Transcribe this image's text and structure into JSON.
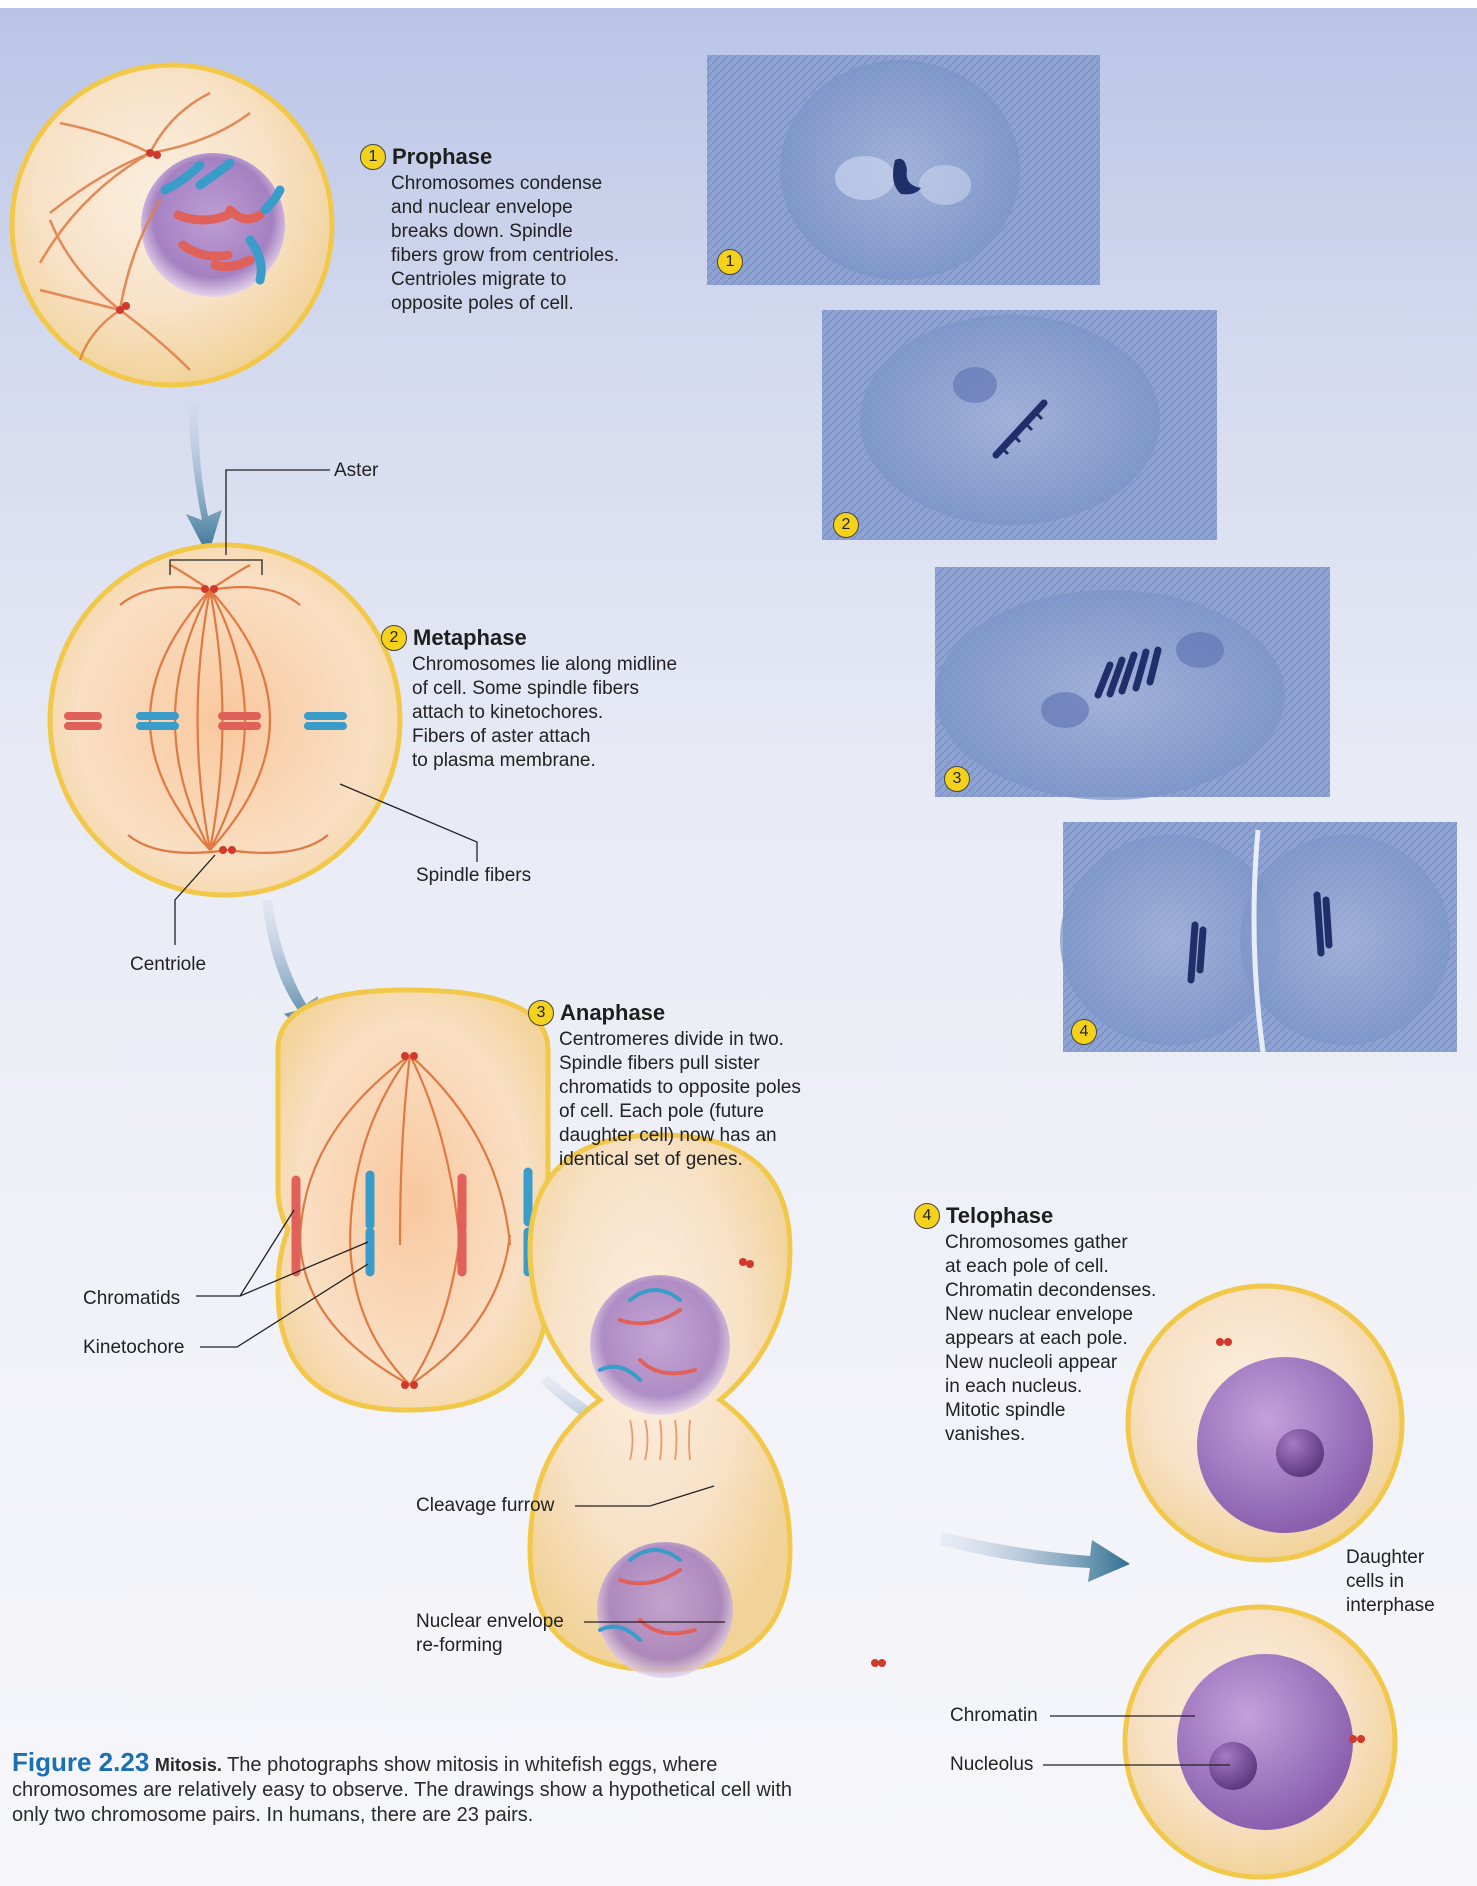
{
  "stages": [
    {
      "num": "1",
      "title": "Prophase",
      "desc": "Chromosomes condense\nand nuclear envelope\nbreaks down. Spindle\nfibers grow from centrioles.\nCentrioles migrate to\nopposite poles of cell."
    },
    {
      "num": "2",
      "title": "Metaphase",
      "desc": "Chromosomes lie along midline\nof cell. Some spindle fibers\nattach to kinetochores.\nFibers of aster attach\nto plasma membrane."
    },
    {
      "num": "3",
      "title": "Anaphase",
      "desc": "Centromeres divide in two.\nSpindle fibers pull sister\nchromatids to opposite poles\nof cell. Each pole (future\ndaughter cell) now has an\nidentical set of genes."
    },
    {
      "num": "4",
      "title": "Telophase",
      "desc": "Chromosomes gather\nat each pole of cell.\nChromatin decondenses.\nNew nuclear envelope\nappears at each pole.\nNew nucleoli appear\nin each nucleus.\nMitotic spindle\nvanishes."
    }
  ],
  "photo_badges": [
    "1",
    "2",
    "3",
    "4"
  ],
  "labels": {
    "aster": "Aster",
    "spindle_fibers": "Spindle fibers",
    "centriole": "Centriole",
    "chromatids": "Chromatids",
    "kinetochore": "Kinetochore",
    "cleavage_furrow": "Cleavage furrow",
    "nuclear_envelope": "Nuclear envelope\nre-forming",
    "daughter_cells": "Daughter\ncells in\ninterphase",
    "chromatin": "Chromatin",
    "nucleolus": "Nucleolus"
  },
  "caption": {
    "figure": "Figure 2.23",
    "title": "Mitosis.",
    "text": "The photographs show mitosis in whitefish eggs, where chromosomes are relatively easy to observe. The drawings show a hypothetical cell with only two chromosome pairs. In humans, there are 23 pairs."
  },
  "colors": {
    "cell_membrane": "#f2c84b",
    "chromosome_red": "#e0605a",
    "chromosome_blue": "#3a9cc8",
    "spindle": "#e0804a",
    "nucleus": "#9a6bb8",
    "photo_stain": "#5f7fc0",
    "arrow": "#2f6f8f",
    "figure_label": "#1b6fb3"
  }
}
